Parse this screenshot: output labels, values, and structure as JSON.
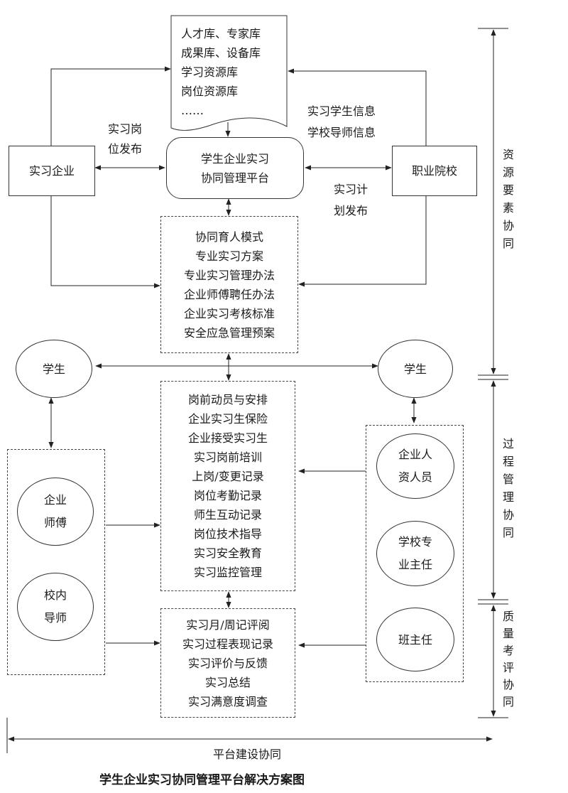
{
  "resource_db": [
    "人才库、专家库",
    "成果库、设备库",
    "学习资源库",
    "岗位资源库",
    "……"
  ],
  "enterprise": "实习企业",
  "college": "职业院校",
  "platform": [
    "学生企业实习",
    "协同管理平台"
  ],
  "label_post_release": [
    "实习岗",
    "位发布"
  ],
  "label_info": [
    "实习学生信息",
    "学校导师信息"
  ],
  "label_plan_release": [
    "实习计",
    "划发布"
  ],
  "mode_box": [
    "协同育人模式",
    "专业实习方案",
    "专业实习管理办法",
    "企业师傅聘任办法",
    "企业实习考核标准",
    "安全应急管理预案"
  ],
  "student_left": "学生",
  "student_right": "学生",
  "process_box": [
    "岗前动员与安排",
    "企业实习生保险",
    "企业接受实习生",
    "实习岗前培训",
    "上岗/变更记录",
    "岗位考勤记录",
    "师生互动记录",
    "岗位技术指导",
    "实习安全教育",
    "实习监控管理"
  ],
  "mentor_enterprise": [
    "企业",
    "师傅"
  ],
  "mentor_school": [
    "校内",
    "导师"
  ],
  "staff_hr": [
    "企业人",
    "资人员"
  ],
  "staff_director": [
    "学校专",
    "业主任"
  ],
  "staff_teacher": "班主任",
  "quality_box": [
    "实习月/周记评阅",
    "实习过程表现记录",
    "实习评价与反馈",
    "实习总结",
    "实习满意度调查"
  ],
  "side_resource": [
    "资",
    "源",
    "要",
    "素",
    "协",
    "同"
  ],
  "side_process": [
    "过",
    "程",
    "管",
    "理",
    "协",
    "同"
  ],
  "side_quality": [
    "质",
    "量",
    "考",
    "评",
    "协",
    "同"
  ],
  "bottom_label": "平台建设协同",
  "caption": "学生企业实习协同管理平台解决方案图"
}
